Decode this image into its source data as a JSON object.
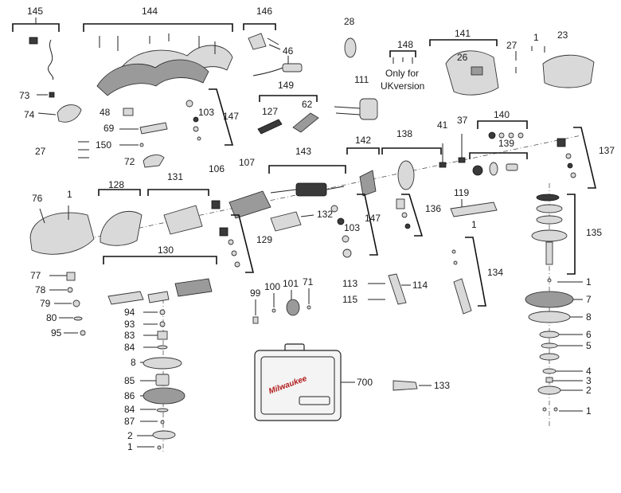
{
  "labels": {
    "l145": "145",
    "l144": "144",
    "l146": "146",
    "l28": "28",
    "l148": "148",
    "l141": "141",
    "l27a": "27",
    "l1a": "1",
    "l23": "23",
    "l26": "26",
    "l46": "46",
    "l111": "111",
    "l73": "73",
    "l74": "74",
    "l48": "48",
    "l103a": "103",
    "l147a": "147",
    "l149": "149",
    "l127": "127",
    "l62": "62",
    "l69": "69",
    "l150": "150",
    "l27b": "27",
    "l72": "72",
    "l140": "140",
    "l142": "142",
    "l143": "143",
    "l138": "138",
    "l41": "41",
    "l37": "37",
    "l139": "139",
    "l137": "137",
    "l76": "76",
    "l1b": "1",
    "l128": "128",
    "l131": "131",
    "l106": "106",
    "l107": "107",
    "l132": "132",
    "l147b": "147",
    "l103b": "103",
    "l136": "136",
    "l119": "119",
    "l1c": "1",
    "l129": "129",
    "l135": "135",
    "l130": "130",
    "l77": "77",
    "l78": "78",
    "l79": "79",
    "l80": "80",
    "l95": "95",
    "l94": "94",
    "l93": "93",
    "l83": "83",
    "l84a": "84",
    "l8a": "8",
    "l85": "85",
    "l86": "86",
    "l84b": "84",
    "l87": "87",
    "l2a": "2",
    "l1d": "1",
    "l99": "99",
    "l100": "100",
    "l101": "101",
    "l71": "71",
    "l113": "113",
    "l114": "114",
    "l115": "115",
    "l134": "134",
    "l1e": "1",
    "l7": "7",
    "l8b": "8",
    "l6": "6",
    "l5": "5",
    "l4": "4",
    "l3": "3",
    "l2b": "2",
    "l1f": "1",
    "l700": "700",
    "l133": "133"
  },
  "note": {
    "line1": "Only for",
    "line2": "UKversion"
  },
  "case_brand": "Milwaukee",
  "colors": {
    "line": "#222222",
    "part_fill": "#d9d9d9",
    "dark_part": "#3a3a3a",
    "brand_red": "#b21b1b"
  }
}
